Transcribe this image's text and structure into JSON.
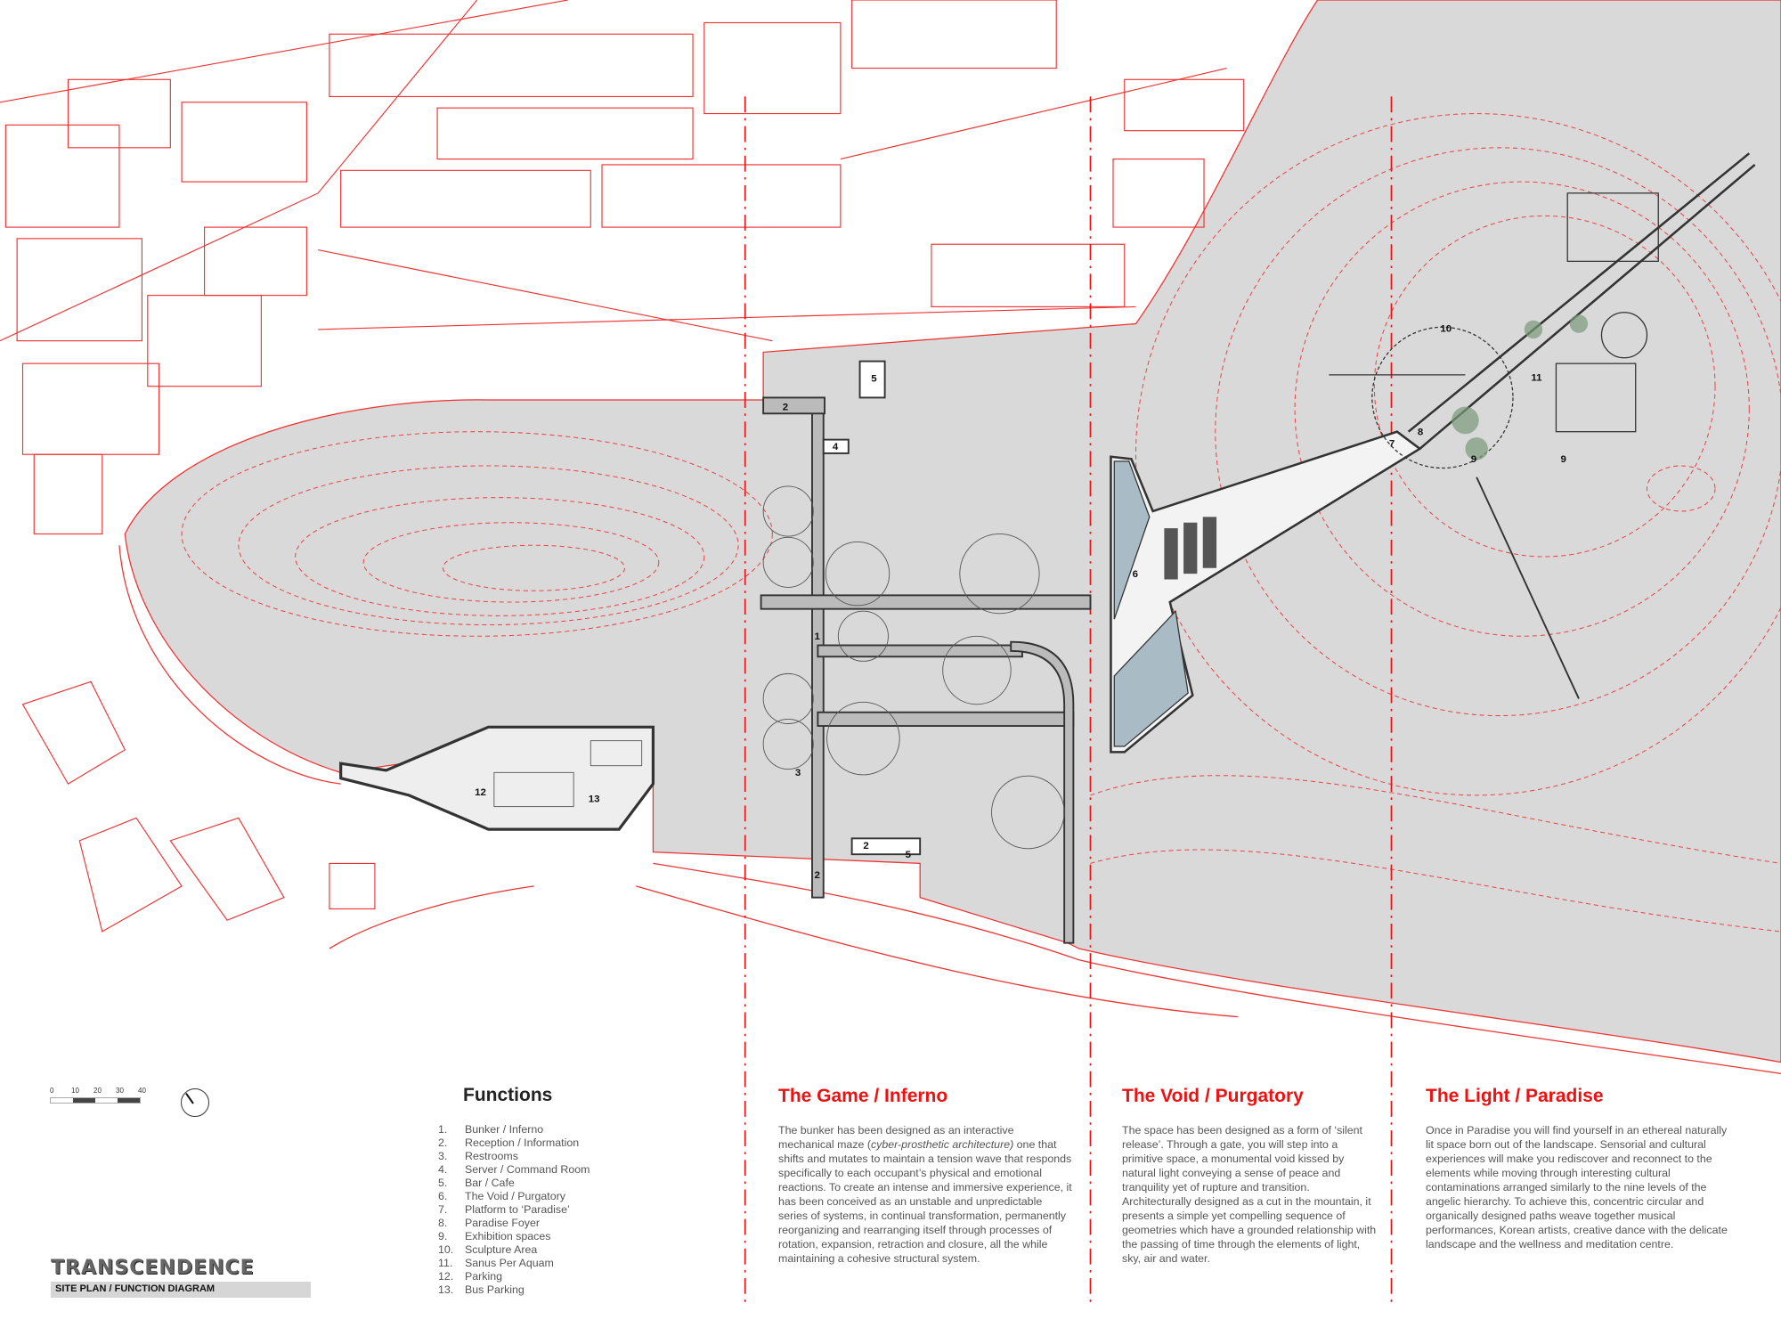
{
  "title_block": {
    "logo_text": "TRANSCENDENCE",
    "subtitle": "SITE PLAN / FUNCTION DIAGRAM"
  },
  "scale_bar": {
    "ticks": [
      "0",
      "10",
      "20",
      "30",
      "40"
    ]
  },
  "functions": {
    "title": "Functions",
    "items": [
      {
        "num": "1.",
        "label": "Bunker / Inferno"
      },
      {
        "num": "2.",
        "label": "Reception / Information"
      },
      {
        "num": "3.",
        "label": "Restrooms"
      },
      {
        "num": "4.",
        "label": "Server / Command Room"
      },
      {
        "num": "5.",
        "label": "Bar / Cafe"
      },
      {
        "num": "6.",
        "label": "The Void / Purgatory"
      },
      {
        "num": "7.",
        "label": "Platform to ‘Paradise’"
      },
      {
        "num": "8.",
        "label": "Paradise Foyer"
      },
      {
        "num": "9.",
        "label": "Exhibition spaces"
      },
      {
        "num": "10.",
        "label": "Sculpture Area"
      },
      {
        "num": "11.",
        "label": "Sanus Per Aquam"
      },
      {
        "num": "12.",
        "label": "Parking"
      },
      {
        "num": "13.",
        "label": "Bus Parking"
      }
    ]
  },
  "zones": {
    "game": {
      "title": "The Game / Inferno",
      "text_a": "The bunker has been designed as an interactive mechanical maze (",
      "text_em": "cyber-prosthetic architecture)",
      "text_b": " one that shifts and mutates to maintain a tension wave that responds specifically to each occupant’s physical and emotional reactions. To create an intense and immersive experience, it has been conceived as an unstable and unpredictable series of systems, in continual transformation, permanently reorganizing and rearranging itself through processes of rotation, expansion, retraction and closure, all the while maintaining a cohesive structural system."
    },
    "void": {
      "title": "The Void / Purgatory",
      "text": "The space has been designed as a form of ‘silent release’. Through a gate, you will step into a primitive space, a monumental void kissed by natural light conveying a sense of peace and tranquility yet of rupture and transition. Architecturally designed as a cut in the mountain, it presents a simple yet compelling sequence of geometries which have a grounded relationship with the passing of time through the elements of light, sky, air and water."
    },
    "light": {
      "title": "The Light / Paradise",
      "text": "Once in Paradise you will find yourself in an ethereal naturally lit space born out of the landscape. Sensorial and cultural experiences will make you rediscover and reconnect to the elements while moving through interesting cultural contaminations arranged similarly to the nine levels of the angelic hierarchy. To achieve this, concentric circular and organically designed paths weave together musical performances, Korean artists, creative dance with the delicate landscape and the wellness and meditation centre."
    }
  },
  "plan": {
    "labels": [
      "5",
      "2",
      "4",
      "1",
      "3",
      "2",
      "5",
      "2",
      "6",
      "7",
      "8",
      "9",
      "9",
      "10",
      "11",
      "12",
      "13"
    ]
  },
  "colors": {
    "accent": "#ee1111",
    "terrain": "#d9d9d9",
    "water": "#a9bcc6"
  }
}
